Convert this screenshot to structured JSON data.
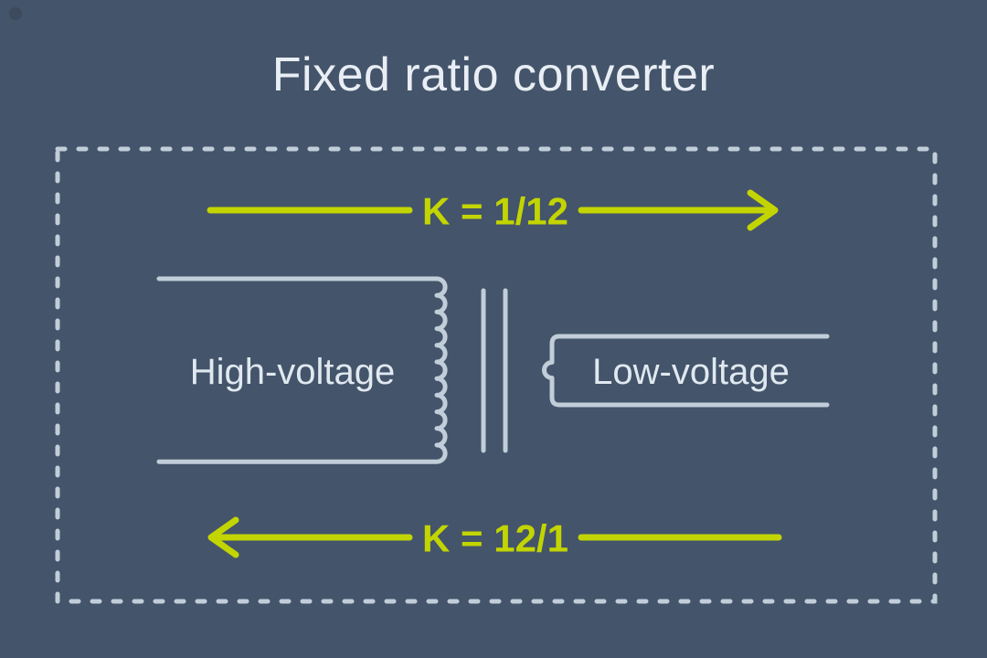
{
  "title": "Fixed ratio converter",
  "diagram": {
    "top_arrow_label": "K = 1/12",
    "bottom_arrow_label": "K = 12/1",
    "high_voltage_label": "High-voltage",
    "low_voltage_label": "Low-voltage"
  },
  "colors": {
    "background": "#44546A",
    "outline": "#C1CEDA",
    "accent": "#C3D500",
    "title_text": "#E8EEF4"
  }
}
